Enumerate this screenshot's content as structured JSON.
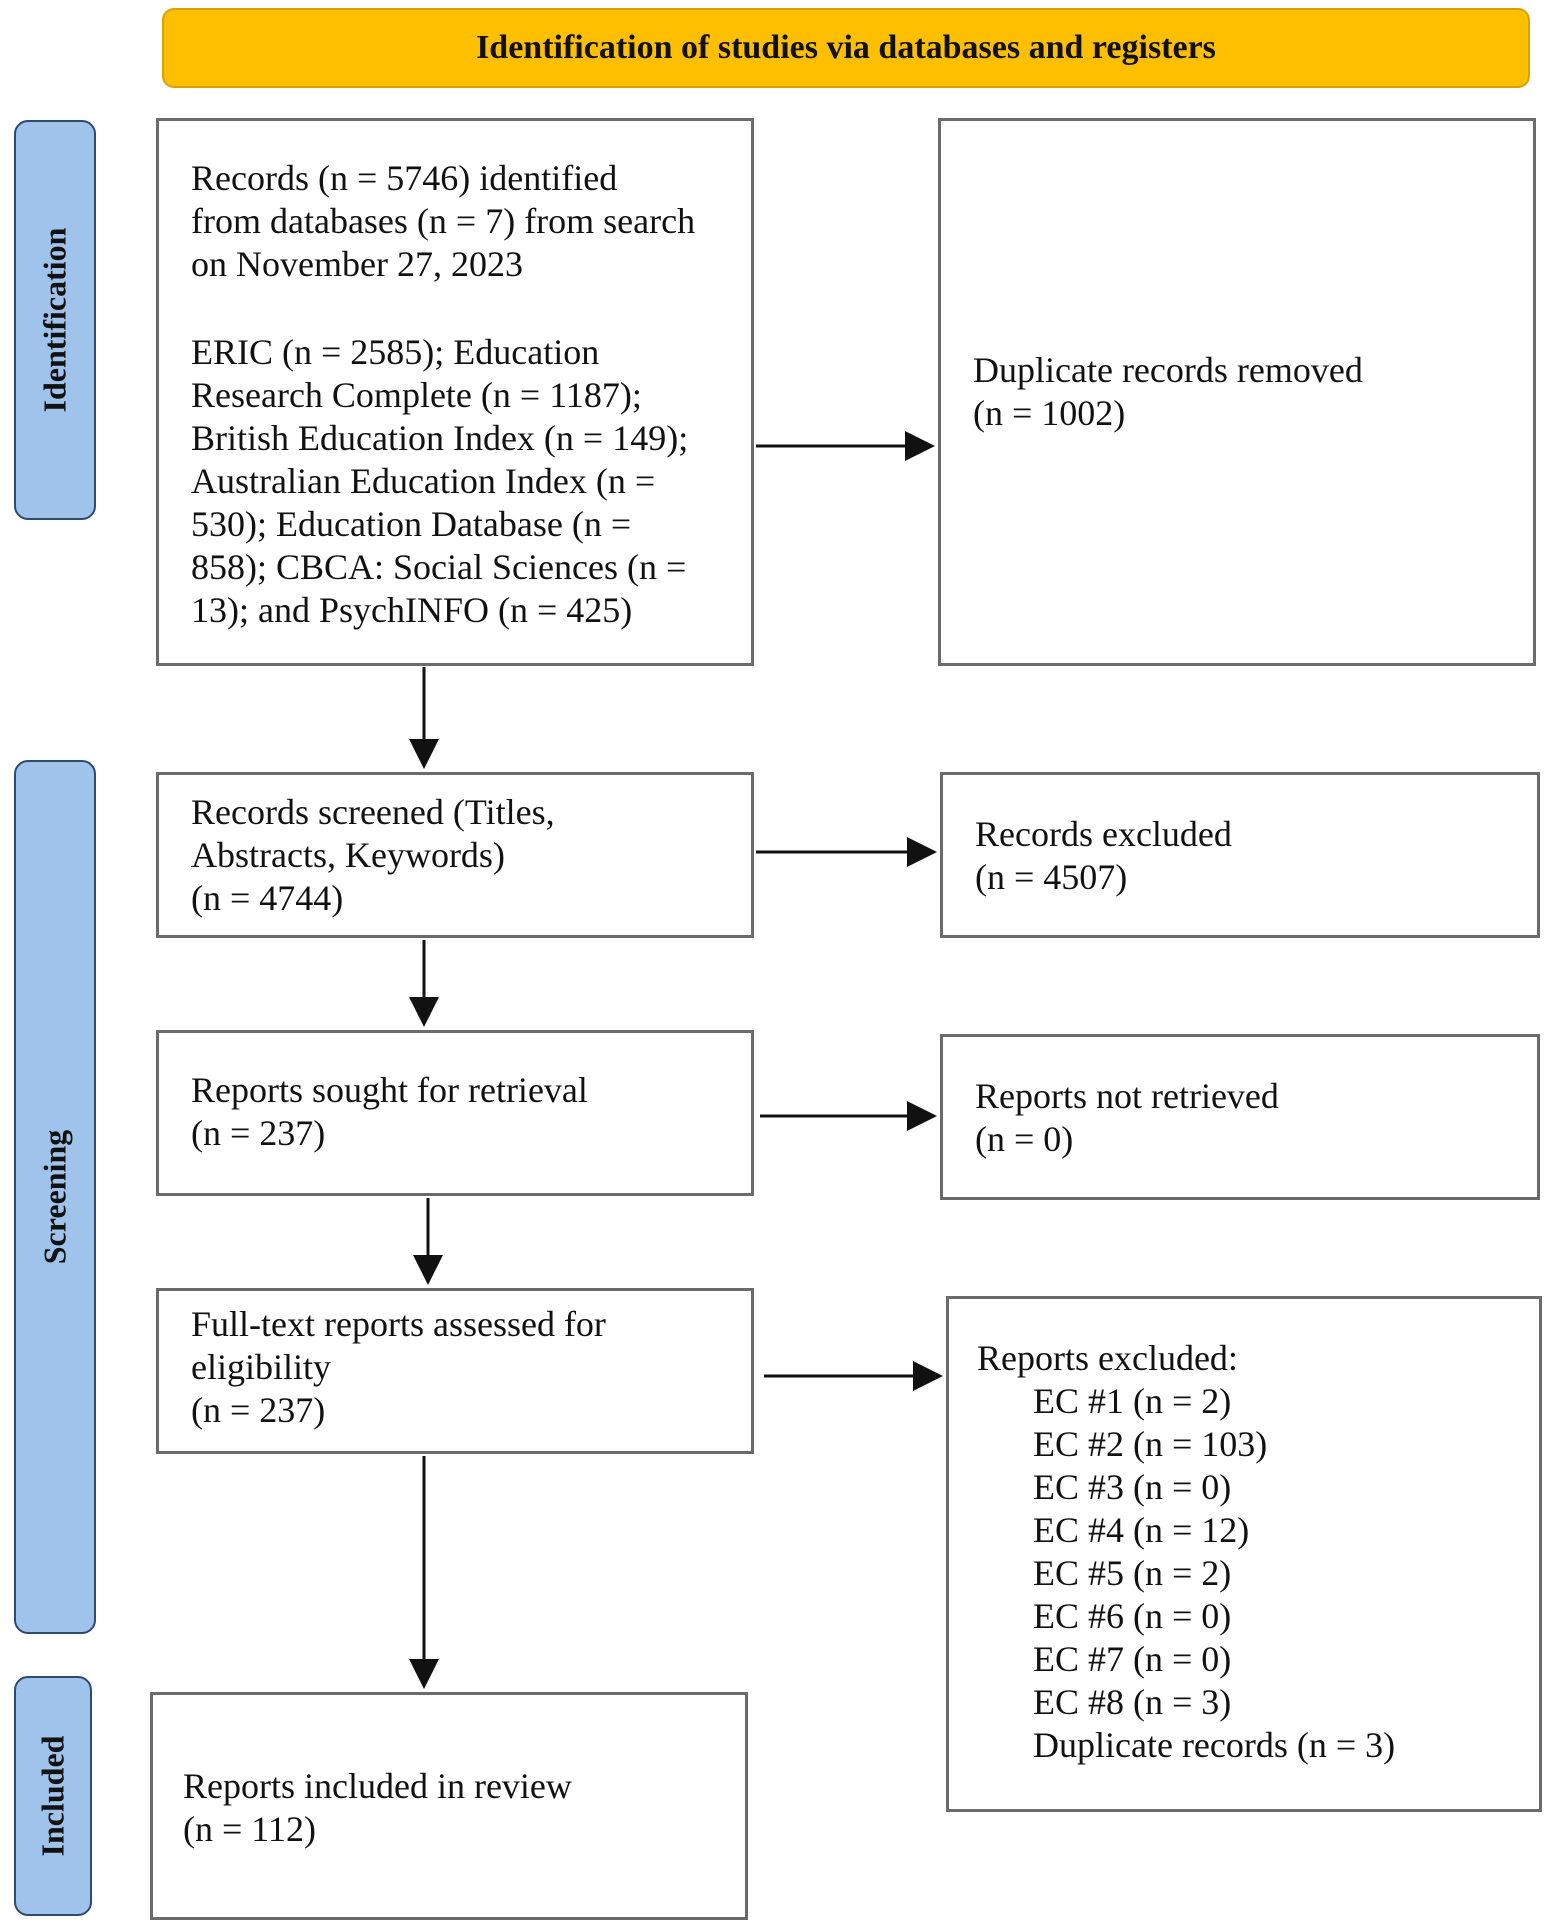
{
  "header": {
    "title": "Identification of studies via databases and registers"
  },
  "phases": {
    "identification": "Identification",
    "screening": "Screening",
    "included": "Included"
  },
  "boxes": {
    "records_identified": {
      "lines": [
        "Records (n = 5746) identified",
        "from databases (n = 7) from search",
        "on November 27, 2023"
      ],
      "db_lines": [
        "ERIC (n = 2585); Education",
        "Research Complete (n = 1187);",
        "British Education Index (n = 149);",
        "Australian Education Index (n =",
        "530); Education Database (n =",
        "858); CBCA: Social Sciences (n =",
        "13); and PsychINFO (n = 425)"
      ]
    },
    "duplicates_removed": {
      "lines": [
        "Duplicate records removed",
        "(n = 1002)"
      ]
    },
    "records_screened": {
      "lines": [
        "Records screened (Titles,",
        "Abstracts, Keywords)",
        "(n = 4744)"
      ]
    },
    "records_excluded": {
      "lines": [
        "Records excluded",
        "(n = 4507)"
      ]
    },
    "reports_sought": {
      "lines": [
        "Reports sought for retrieval",
        "(n = 237)"
      ]
    },
    "reports_not_retrieved": {
      "lines": [
        "Reports not retrieved",
        "(n = 0)"
      ]
    },
    "fulltext_assessed": {
      "lines": [
        "Full-text reports assessed for",
        "eligibility",
        "(n = 237)"
      ]
    },
    "reports_excluded": {
      "heading": "Reports excluded:",
      "items": [
        "EC #1 (n = 2)",
        "EC #2 (n = 103)",
        "EC #3 (n = 0)",
        "EC #4 (n = 12)",
        "EC #5 (n = 2)",
        "EC #6 (n = 0)",
        "EC #7 (n = 0)",
        "EC #8 (n = 3)",
        "Duplicate records (n = 3)"
      ]
    },
    "included_review": {
      "lines": [
        "Reports included in review",
        "(n = 112)"
      ]
    }
  },
  "colors": {
    "header": "#fdbf00",
    "phase": "#9fc3ea",
    "border": "#6b6b6b"
  }
}
